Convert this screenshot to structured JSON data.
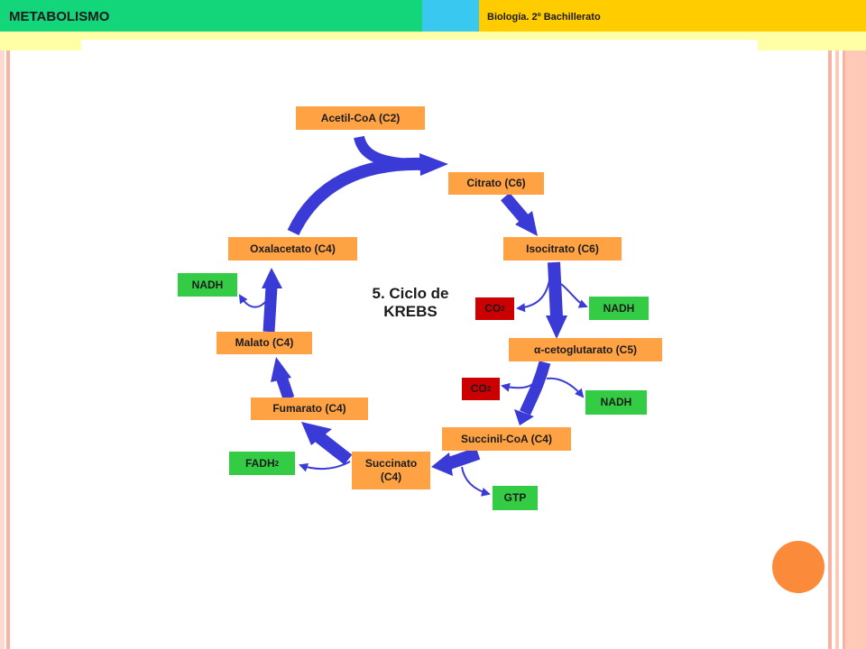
{
  "header": {
    "title": "METABOLISMO",
    "subtitle": "Biología. 2º Bachillerato"
  },
  "diagram": {
    "title_line1": "5. Ciclo de",
    "title_line2": "KREBS",
    "cycle": {
      "acetil": "Acetil-CoA  (C2)",
      "citrato": "Citrato (C6)",
      "isocitrato": "Isocitrato (C6)",
      "cetoglutarato": "α-cetoglutarato (C5)",
      "succinil": "Succinil-CoA (C4)",
      "succinato_l1": "Succinato",
      "succinato_l2": "(C4)",
      "fumarato": "Fumarato (C4)",
      "malato": "Malato (C4)",
      "oxalacetato": "Oxalacetato (C4)"
    },
    "products": {
      "co2": "CO",
      "co2_sub": "2",
      "nadh": "NADH",
      "fadh": "FADH",
      "fadh_sub": "2",
      "gtp": "GTP"
    }
  },
  "colors": {
    "header_green": "#13d67a",
    "header_cyan": "#39c8f0",
    "header_yellow": "#ffcc00",
    "band": "#ffffa6",
    "arrow": "#3a3ad6",
    "box_orange": "#ffa244",
    "box_green": "#34cc44",
    "box_red": "#cc0000",
    "accent_circle": "#fb8b3b"
  }
}
